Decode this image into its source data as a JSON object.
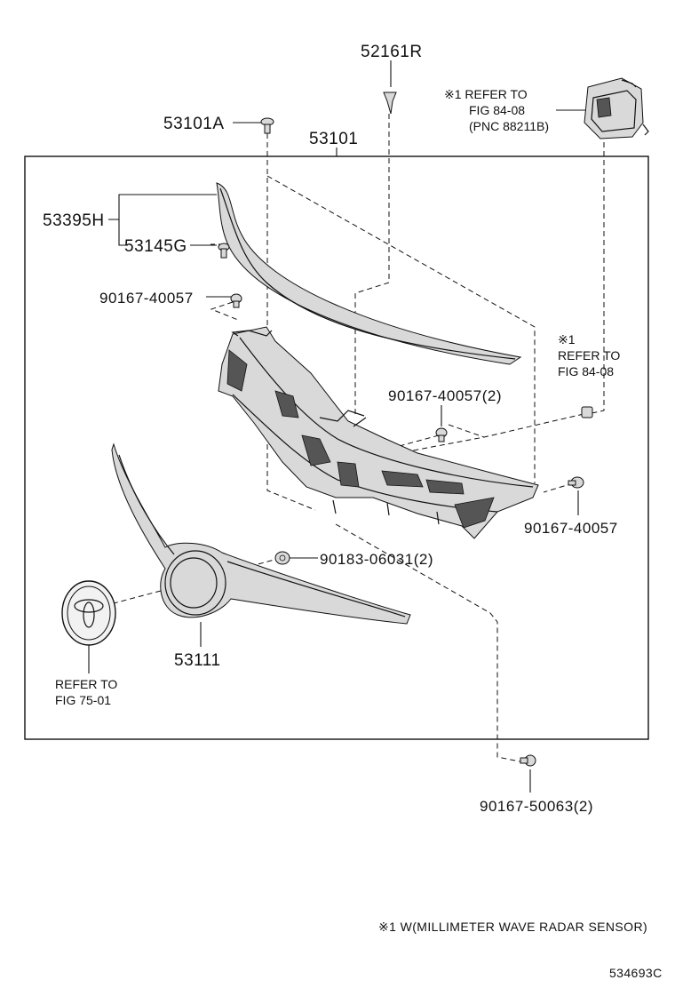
{
  "labels": {
    "p52161R": "52161R",
    "p53101A": "53101A",
    "p53101": "53101",
    "p53395H": "53395H",
    "p53145G": "53145G",
    "p90167_40057_a": "90167-40057",
    "p90167_40057_2": "90167-40057(2)",
    "p90167_40057_b": "90167-40057",
    "p90183_06031_2": "90183-06031(2)",
    "p53111": "53111",
    "p90167_50063_2": "90167-50063(2)"
  },
  "refs": {
    "radar_top": {
      "line1": "※1 REFER TO",
      "line2": "FIG 84-08",
      "line3": "(PNC 88211B)"
    },
    "radar_side": {
      "line1": "※1",
      "line2": "REFER TO",
      "line3": "FIG 84-08"
    },
    "emblem": {
      "line1": "REFER TO",
      "line2": "FIG 75-01"
    }
  },
  "footnote": "※1 W(MILLIMETER WAVE RADAR SENSOR)",
  "figure_id": "534693C"
}
